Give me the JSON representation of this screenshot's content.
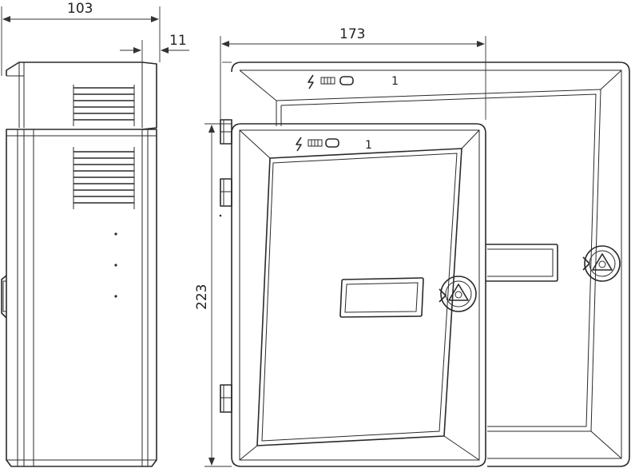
{
  "dimensions": {
    "depth": "103",
    "door_step": "11",
    "width": "173",
    "height": "223"
  },
  "front_panel": {
    "slot_number": "1",
    "indicator_icons": [
      "lightning-bolt-icon",
      "connector-icon",
      "switch-icon"
    ]
  },
  "colors": {
    "line": "#2a2a2a",
    "background": "#ffffff"
  }
}
